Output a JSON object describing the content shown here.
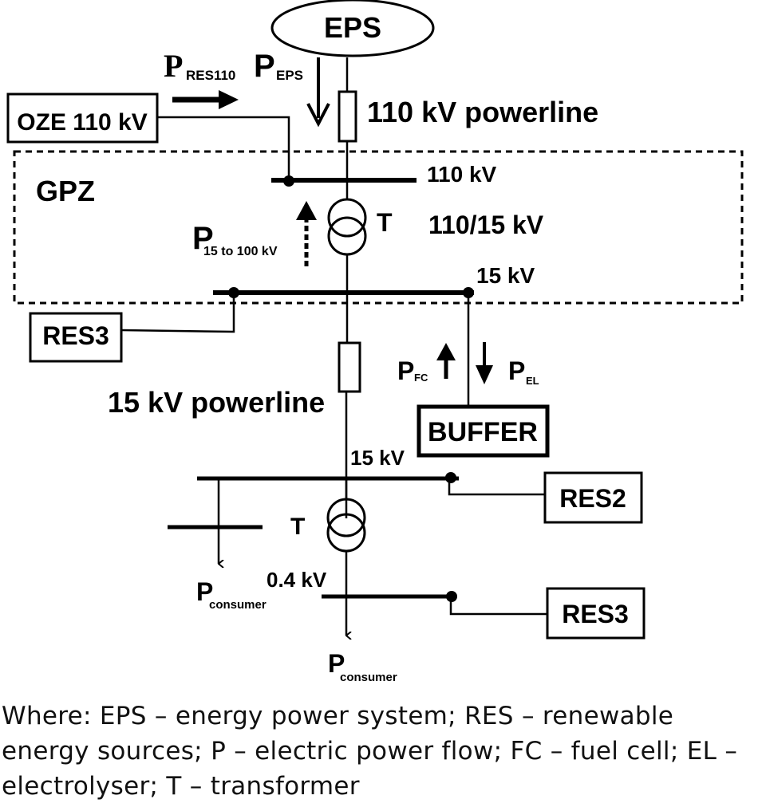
{
  "nodes": {
    "eps": "EPS",
    "oze": "OZE 110 kV",
    "gpz": "GPZ",
    "res3_top": "RES3",
    "buffer": "BUFFER",
    "res2": "RES2",
    "res3_bottom": "RES3"
  },
  "labels": {
    "powerline_110": "110 kV powerline",
    "bus_110": "110 kV",
    "transformer_main": "T",
    "transformer_ratio": "110/15 kV",
    "bus_15_gpz": "15 kV",
    "powerline_15": "15 kV powerline",
    "bus_15_lower": "15 kV",
    "transformer_lower": "T",
    "bus_04": "0.4 kV"
  },
  "flows": {
    "p_res110": {
      "main": "P",
      "sub": "RES110"
    },
    "p_eps": {
      "main": "P",
      "sub": "EPS"
    },
    "p_15to100": {
      "main": "P",
      "sub": "15 to 100 kV"
    },
    "p_fc": {
      "main": "P",
      "sub": "FC"
    },
    "p_el": {
      "main": "P",
      "sub": "EL"
    },
    "p_consumer_left": {
      "main": "P",
      "sub": "consumer"
    },
    "p_consumer_bottom": {
      "main": "P",
      "sub": "consumer"
    }
  },
  "caption": {
    "line1": "Where: EPS – energy power system; RES – renewable",
    "line2": "energy sources; P – electric power flow; FC – fuel cell; EL –",
    "line3": "electrolyser; T – transformer"
  }
}
